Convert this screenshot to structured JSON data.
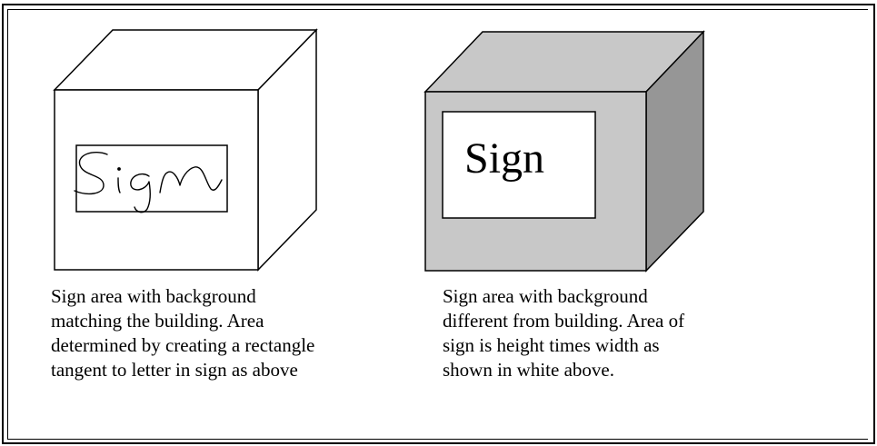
{
  "left_figure": {
    "sign_text": "Sign",
    "caption_lines": [
      "Sign area with background",
      "matching the building. Area",
      "determined by creating a rectangle",
      "tangent to letter in sign as above"
    ]
  },
  "right_figure": {
    "sign_text": "Sign",
    "caption_lines": [
      "Sign area with background",
      "different from building. Area of",
      "sign is height times width as",
      "shown in white above."
    ]
  },
  "colors": {
    "building_front_gray": "#c8c8c8",
    "building_side_gray": "#969696",
    "sign_background": "#ffffff",
    "line": "#000000"
  }
}
